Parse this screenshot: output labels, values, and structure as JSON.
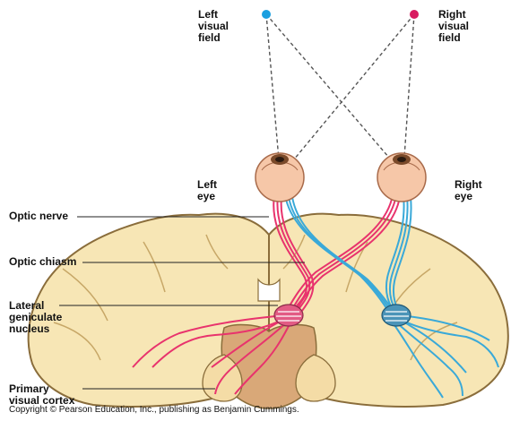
{
  "labels": {
    "left_visual_field": "Left\nvisual\nfield",
    "right_visual_field": "Right\nvisual\nfield",
    "left_eye": "Left\neye",
    "right_eye": "Right\neye",
    "optic_nerve": "Optic nerve",
    "optic_chiasm": "Optic chiasm",
    "lateral_geniculate_nucleus": "Lateral\ngeniculate\nnucleus",
    "primary_visual_cortex": "Primary\nvisual cortex"
  },
  "copyright": "Copyright © Pearson Education, Inc., publishing as Benjamin Cummings.",
  "colors": {
    "left_field_dot": "#1a9fe0",
    "right_field_dot": "#d81b60",
    "left_field_pathway": "#e8336d",
    "right_field_pathway": "#3aa9d8",
    "brain_fill": "#f7e6b5",
    "brain_outline": "#8a6d3b",
    "eye_fill": "#f6c7a8",
    "brainstem": "#d9a878"
  },
  "icons": {
    "left_field_marker": "blue-dot-icon",
    "right_field_marker": "red-dot-icon"
  }
}
